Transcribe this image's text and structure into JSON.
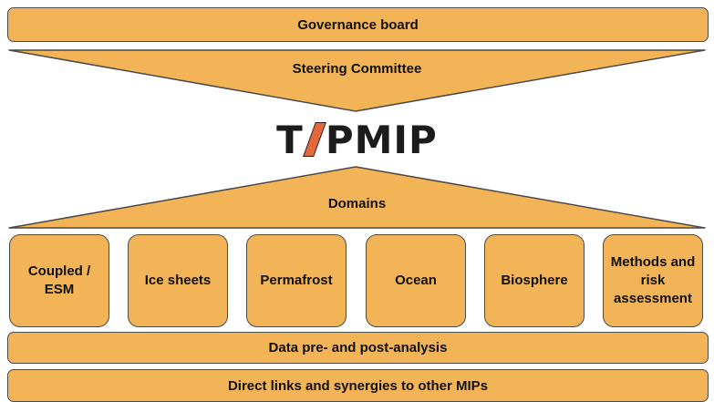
{
  "governance": {
    "label": "Governance board"
  },
  "steering": {
    "label": "Steering Committee"
  },
  "logo": {
    "left": "T",
    "right": "PMIP"
  },
  "domains": {
    "label": "Domains",
    "items": [
      {
        "label": "Coupled / ESM"
      },
      {
        "label": "Ice sheets"
      },
      {
        "label": "Permafrost"
      },
      {
        "label": "Ocean"
      },
      {
        "label": "Biosphere"
      },
      {
        "label": "Methods and risk assessment"
      }
    ]
  },
  "data_analysis": {
    "label": "Data pre- and post-analysis"
  },
  "direct_links": {
    "label": "Direct links and synergies to other MIPs"
  },
  "colors": {
    "fill": "#f2b456",
    "border": "#4a4a4a",
    "slash": "#e2693b"
  }
}
